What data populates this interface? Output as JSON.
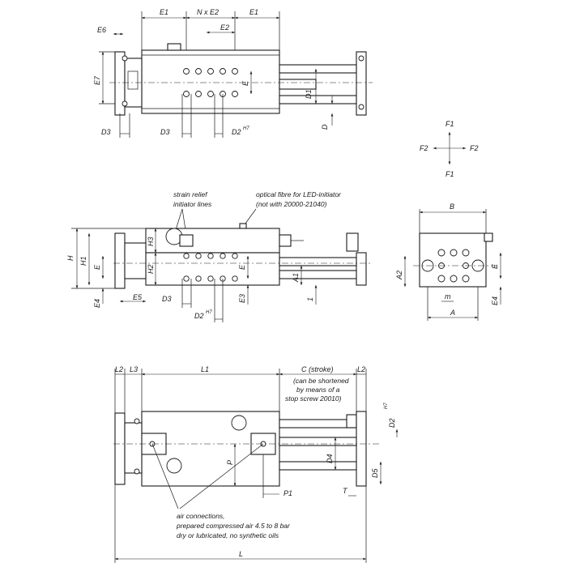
{
  "top_view": {
    "dims": {
      "E1_left": "E1",
      "NxE2": "N x E2",
      "E1_right": "E1",
      "E2": "E2",
      "E6": "E6",
      "E7": "E7",
      "E": "E",
      "D1": "D1",
      "D": "D",
      "D3_left": "D3",
      "D3_mid": "D3",
      "D2": "D2",
      "D2_sup": "H7"
    }
  },
  "force_diagram": {
    "F1_top": "F1",
    "F1_bottom": "F1",
    "F2_left": "F2",
    "F2_right": "F2"
  },
  "side_view": {
    "notes": {
      "strain_relief_1": "strain relief",
      "strain_relief_2": "initiator lines",
      "optical_1": "optical fibre for LED-initiator",
      "optical_2": "(not with 20000-21040)"
    },
    "dims": {
      "H": "H",
      "H1": "H1",
      "H2": "H2",
      "H3": "H3",
      "E": "E",
      "E_right": "E",
      "E4": "E4",
      "E5": "E5",
      "D3": "D3",
      "D2": "D2",
      "D2_sup": "H7",
      "E3": "E3",
      "A1": "A1",
      "one": "1"
    }
  },
  "end_view": {
    "dims": {
      "B": "B",
      "A": "A",
      "A2": "A2",
      "E": "E",
      "E4": "E4",
      "m": "m"
    }
  },
  "bottom_view": {
    "dims": {
      "L2_left": "L2",
      "L3": "L3",
      "L1": "L1",
      "C": "C (stroke)",
      "L2_right": "L2",
      "P": "P",
      "P1": "P1",
      "T": "T",
      "D4": "D4",
      "D5": "D5",
      "D2": "D2",
      "D2_sup": "H7",
      "L": "L"
    },
    "notes": {
      "stroke_1": "(can be shortened",
      "stroke_2": "by means of a",
      "stroke_3": "stop screw 20010)",
      "air_1": "air connections,",
      "air_2": "prepared compressed air 4.5 to 8 bar",
      "air_3": "dry or lubricated, no synthetic oils"
    }
  }
}
